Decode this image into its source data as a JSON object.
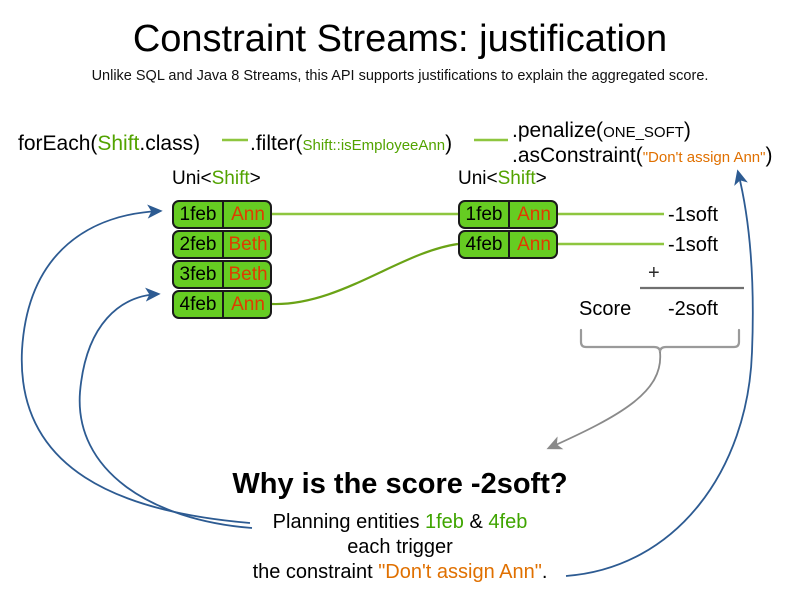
{
  "slide": {
    "title": "Constraint Streams: justification",
    "subtitle": "Unlike SQL and Java 8 Streams, this API supports justifications to explain the aggregated score."
  },
  "colors": {
    "shift_box_fill": "#66cc22",
    "shift_box_border": "#1a1a1a",
    "employee_text": "#e03c00",
    "code_identifier_green": "#52a300",
    "constraint_string_orange": "#e07000",
    "connector_green": "#8ec63f",
    "justification_arrow_blue": "#2d5b92",
    "brace_gray": "#9a9a9a"
  },
  "code": {
    "for_each": {
      "method": "forEach(",
      "type": "Shift",
      "tail": ".class)"
    },
    "filter": {
      "method": ".filter(",
      "arg": "Shift::isEmployeeAnn",
      "tail": ")"
    },
    "penalize": {
      "method": ".penalize(",
      "arg": "ONE_SOFT",
      "tail": ")"
    },
    "as_constraint": {
      "method": ".asConstraint(",
      "arg": "\"Don't assign Ann\"",
      "tail": ")"
    }
  },
  "streams": {
    "left": {
      "label_prefix": "Uni<",
      "label_type": "Shift",
      "label_suffix": ">",
      "rows": [
        {
          "date": "1feb",
          "employee": "Ann"
        },
        {
          "date": "2feb",
          "employee": "Beth"
        },
        {
          "date": "3feb",
          "employee": "Beth"
        },
        {
          "date": "4feb",
          "employee": "Ann"
        }
      ]
    },
    "right": {
      "label_prefix": "Uni<",
      "label_type": "Shift",
      "label_suffix": ">",
      "rows": [
        {
          "date": "1feb",
          "employee": "Ann"
        },
        {
          "date": "4feb",
          "employee": "Ann"
        }
      ]
    }
  },
  "score": {
    "penalties": [
      "-1soft",
      "-1soft"
    ],
    "operator": "+",
    "score_label": "Score",
    "total": "-2soft"
  },
  "explanation": {
    "heading": "Why is the score -2soft?",
    "line1_prefix": "Planning entities ",
    "line1_entity_a": "1feb",
    "line1_amp": " & ",
    "line1_entity_b": "4feb",
    "line2": "each trigger",
    "line3_prefix": "the constraint ",
    "line3_constraint": "\"Don't assign Ann\"",
    "line3_suffix": "."
  }
}
